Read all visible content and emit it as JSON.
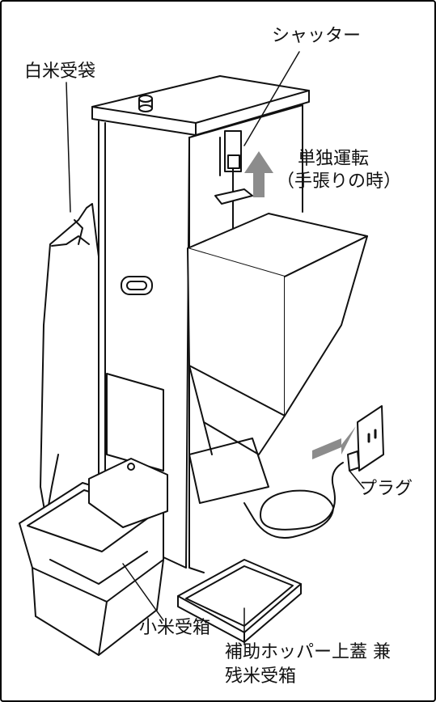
{
  "labels": {
    "hakumai_bag": "白米受袋",
    "shutter": "シャッター",
    "solo_op_line1": "単独運転",
    "solo_op_line2": "（手張りの時）",
    "plug": "プラグ",
    "small_rice_box": "小米受箱",
    "aux_hopper_line1": "補助ホッパー上蓋 兼",
    "aux_hopper_line2": "残米受箱"
  },
  "colors": {
    "line": "#111111",
    "shade": "#9a9a9a",
    "arrow": "#8c8c8c",
    "background": "#ffffff"
  },
  "icons": {
    "up_arrow": "up-arrow-icon",
    "right_arrow": "right-arrow-icon"
  }
}
